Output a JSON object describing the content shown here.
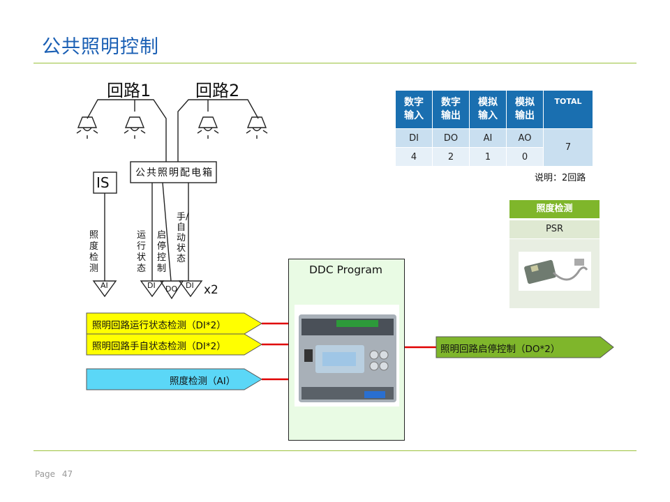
{
  "title": "公共照明控制",
  "page": {
    "label": "Page",
    "number": "47"
  },
  "schematic": {
    "loop1": "回路1",
    "loop2": "回路2",
    "panel": "公共照明配电箱",
    "sensor": "IS",
    "lux_label": "照度检测",
    "run_label": "运行状态",
    "start_label": "启停控制",
    "auto_label": "手/自动状态",
    "ai_tag": "AI",
    "di_tag1": "DI",
    "do_tag": "DO",
    "di_tag2": "DI",
    "multiplier": "x2"
  },
  "io_table": {
    "headers": [
      [
        "数字",
        "输入"
      ],
      [
        "数字",
        "输出"
      ],
      [
        "模拟",
        "输入"
      ],
      [
        "模拟",
        "输出"
      ]
    ],
    "total_header": "TOTAL",
    "types": [
      "DI",
      "DO",
      "AI",
      "AO"
    ],
    "counts": [
      "4",
      "2",
      "1",
      "0"
    ],
    "total": "7",
    "note": "说明：2回路"
  },
  "sensor_card": {
    "header": "照度检测",
    "name": "PSR"
  },
  "ddc": {
    "title": "DDC Program"
  },
  "signals": {
    "in1": "照明回路运行状态检测（DI*2）",
    "in2": "照明回路手自状态检测（DI*2）",
    "in3": "照度检测（AI）",
    "out1": "照明回路启停控制（DO*2）"
  },
  "colors": {
    "title": "#1a5fb4",
    "rule": "#9bc23c",
    "yellow": "#ffff00",
    "cyan": "#5bd7f7",
    "green": "#7fb62b",
    "link": "#e00000"
  }
}
